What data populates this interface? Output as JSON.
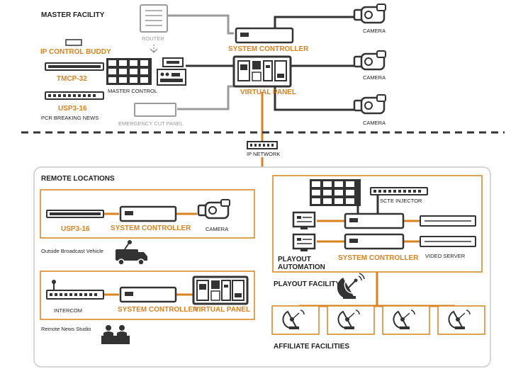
{
  "colors": {
    "orange": "#d8831f",
    "dark": "#333333",
    "gray": "#9a9a9a",
    "text": "#222222"
  },
  "master": {
    "title": "MASTER FACILITY",
    "router": "ROUTER",
    "ip_control_buddy": "IP CONTROL BUDDY",
    "tmcp": "TMCP-32",
    "usp": "USP3-16",
    "pcr": "PCR BREAKING NEWS",
    "master_control": "MASTER CONTROL",
    "emergency": "EMERGENCY CUT PANEL",
    "system_controller": "SYSTEM CONTROLLER",
    "virtual_panel": "VIRTUAL PANEL",
    "camera_1": "CAMERA",
    "camera_2": "CAMERA",
    "camera_3": "CAMERA"
  },
  "network": {
    "label": "IP NETWORK"
  },
  "remote": {
    "title": "REMOTE LOCATIONS",
    "ob": {
      "usp": "USP3-16",
      "system_controller": "SYSTEM CONTROLLER",
      "camera": "CAMERA",
      "caption": "Outside Broadcast Vehicle"
    },
    "studio": {
      "intercom": "INTERCOM",
      "system_controller": "SYSTEM CONTROLLER",
      "virtual_panel": "VIRTUAL PANEL",
      "caption": "Remote News Studio"
    }
  },
  "playout": {
    "scte": "SCTE INJECTOR",
    "automation_1": "PLAYOUT",
    "automation_2": "AUTOMATION",
    "system_controller": "SYSTEM CONTROLLER",
    "video_server": "VIDEO SERVER",
    "facility": "PLAYOUT FACILITY",
    "affiliates": "AFFILIATE FACILITIES"
  }
}
